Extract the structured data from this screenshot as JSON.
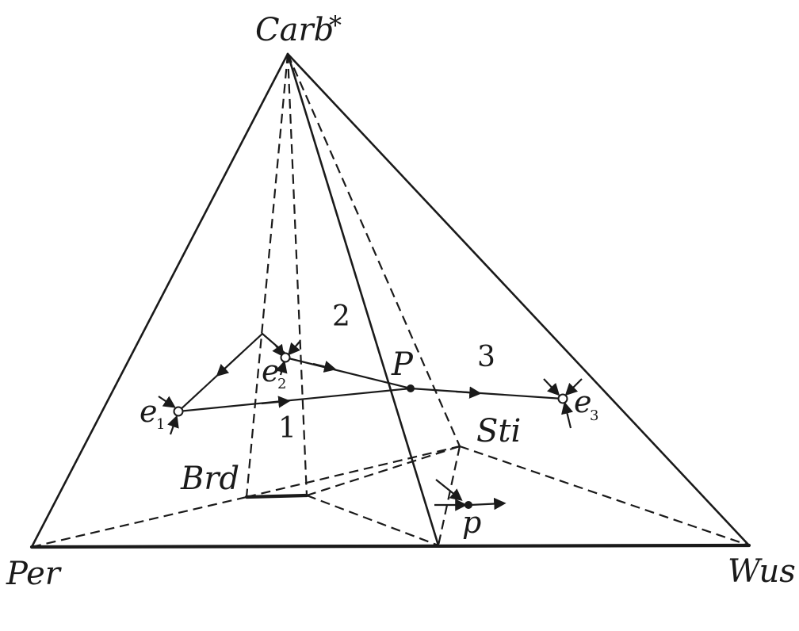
{
  "labels": {
    "apex": "Carb",
    "apex_star": "*",
    "left": "Per",
    "right": "Wus",
    "brd": "Brd",
    "sti": "Sti",
    "peritectic": "P",
    "small_p": "p",
    "e1_base": "e",
    "e1_sub": "1",
    "e2_base": "e",
    "e2_sub": "2",
    "e3_base": "e",
    "e3_sub": "3",
    "region1": "1",
    "region2": "2",
    "region3": "3"
  },
  "colors": {
    "ink": "#1a1a1a",
    "background": "#ffffff"
  }
}
